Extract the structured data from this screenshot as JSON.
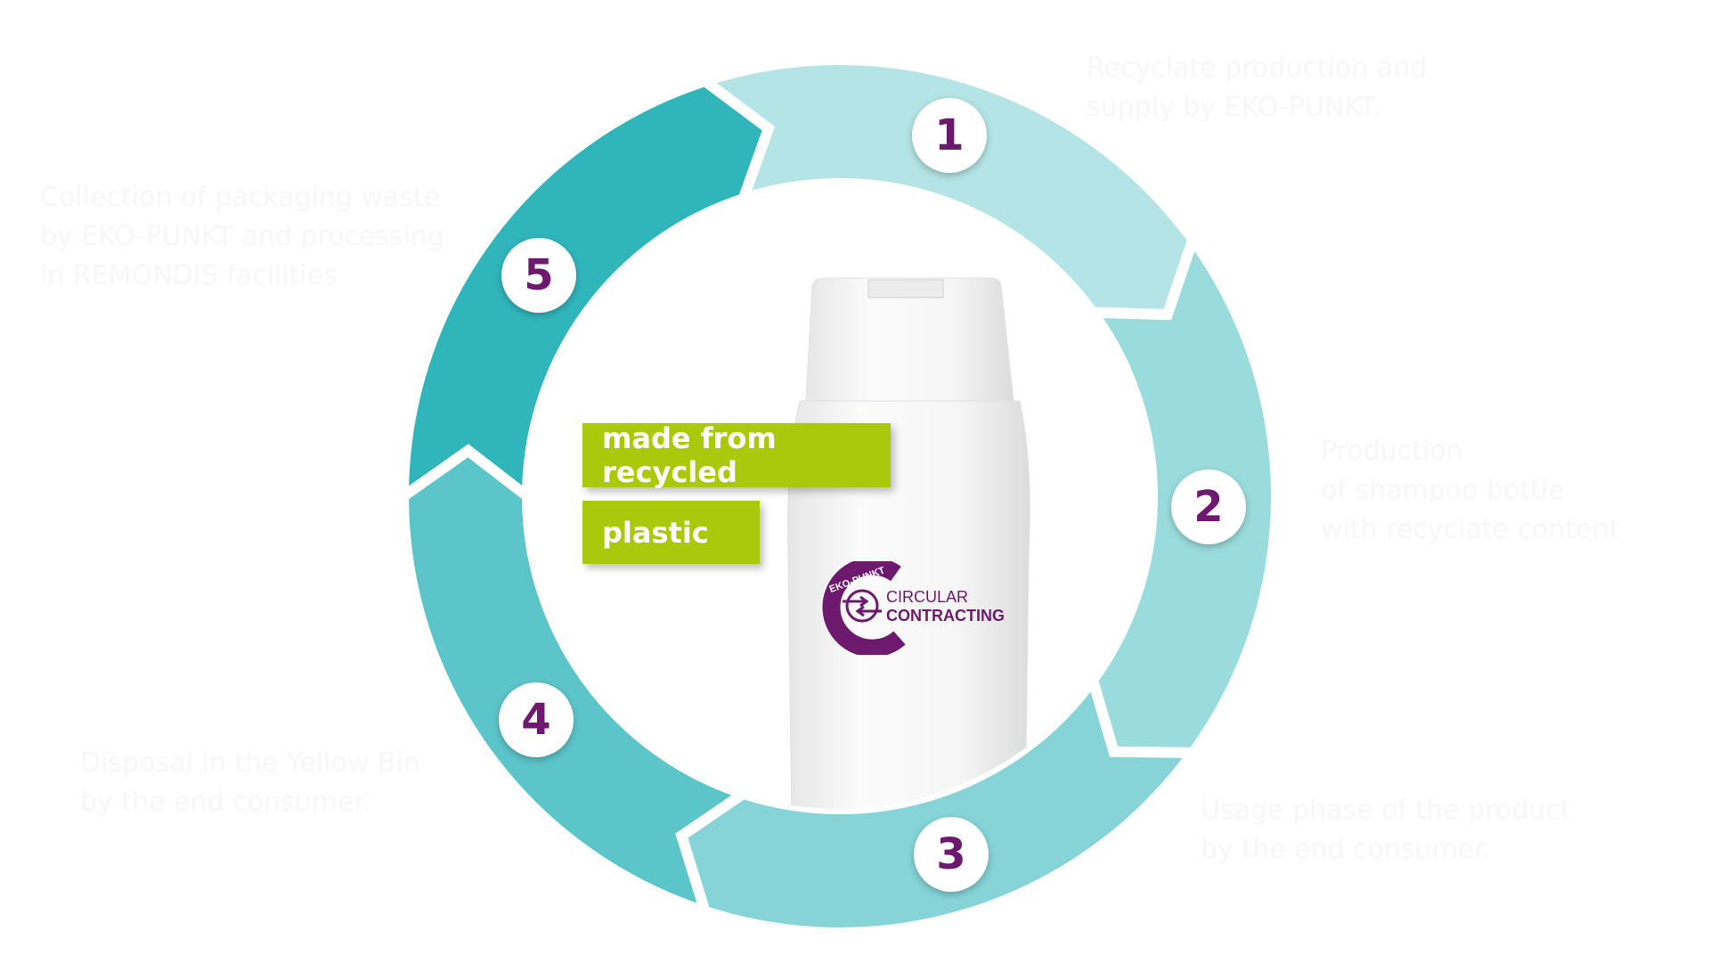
{
  "steps": [
    {
      "number": "1",
      "text": [
        "Recyclate production and",
        "supply by EKO-PUNKT."
      ],
      "color": "#b5e4e6"
    },
    {
      "number": "2",
      "text": [
        "Production",
        "of shampoo bottle",
        "with recyclate content"
      ],
      "color": "#9adcdd"
    },
    {
      "number": "3",
      "text": [
        "Usage phase of the product",
        "by the end consumer."
      ],
      "color": "#86d4d7"
    },
    {
      "number": "4",
      "text": [
        "Disposal in the Yellow Bin",
        "by the end consumer."
      ],
      "color": "#5cc5ca"
    },
    {
      "number": "5",
      "text": [
        "Collection of packaging waste",
        "by EKO-PUNKT and processing",
        "in REMONDIS facilities"
      ],
      "color": "#30b5bb"
    }
  ],
  "labels": {
    "line1": "made from recycled",
    "line2": "plastic"
  },
  "logo": {
    "brand": "EKO-PUNKT",
    "line1": "CIRCULAR",
    "line2": "CONTRACTING"
  },
  "colors": {
    "accent_green": "#abc90c",
    "purple": "#6d1a6e"
  }
}
